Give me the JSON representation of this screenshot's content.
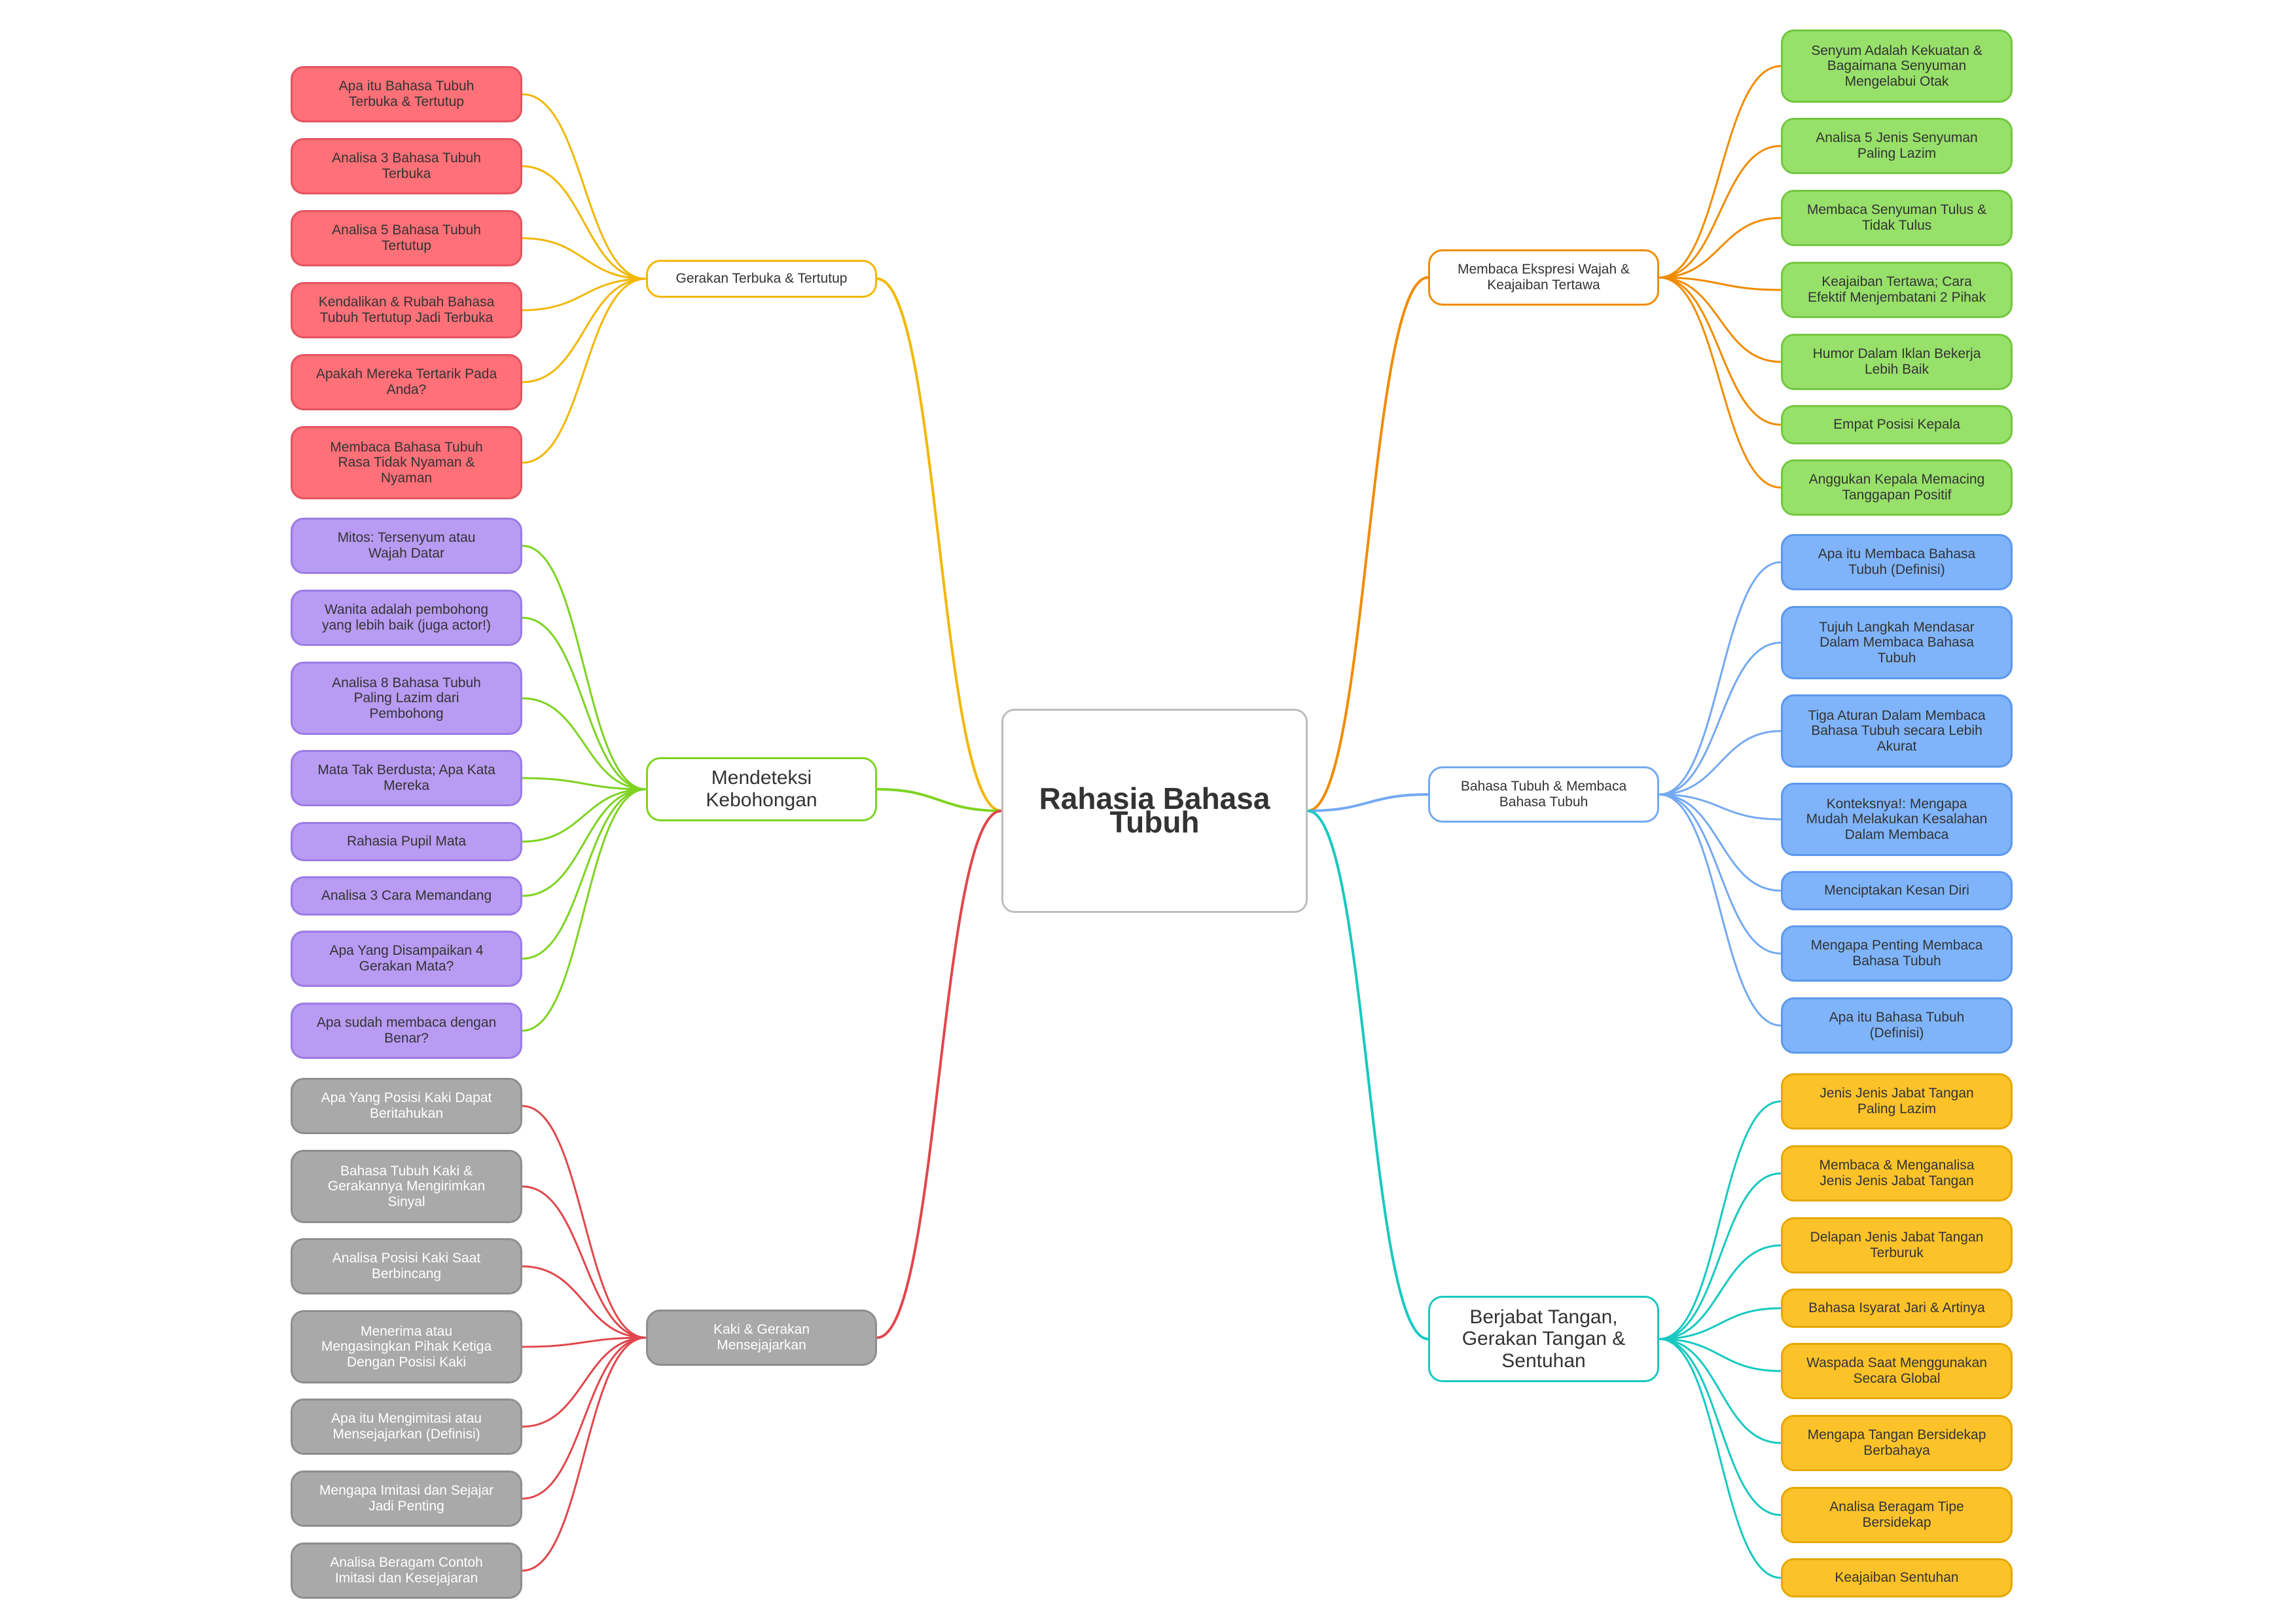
{
  "center": {
    "title": "Rahasia Bahasa\nTubuh"
  },
  "colors": {
    "link_gerakan": "#f2b705",
    "link_mendeteksi": "#7ed321",
    "link_kaki": "#e0474c",
    "link_ekspresi": "#f08c00",
    "link_membaca": "#74a9f2",
    "link_berjabat": "#17c9c0",
    "leaf_red_fill": "#ff7078",
    "leaf_red_border": "#e35560",
    "leaf_purple_fill": "#b89bf2",
    "leaf_purple_border": "#9b7ce6",
    "leaf_grey_fill": "#a9a9a9",
    "leaf_grey_border": "#8e8e8e",
    "leaf_green_fill": "#97e06a",
    "leaf_green_border": "#72c83e",
    "leaf_blue_fill": "#7fb4fa",
    "leaf_blue_border": "#5d98ec",
    "leaf_yellow_fill": "#fcc22a",
    "leaf_yellow_border": "#e6a800"
  },
  "branches": [
    {
      "label": "Gerakan Terbuka & Tertutup",
      "leaves": [
        "Apa itu Bahasa Tubuh\nTerbuka & Tertutup",
        "Analisa 3 Bahasa Tubuh\nTerbuka",
        "Analisa 5 Bahasa Tubuh\nTertutup",
        "Kendalikan & Rubah Bahasa\nTubuh Tertutup Jadi Terbuka",
        "Apakah Mereka Tertarik Pada\nAnda?",
        "Membaca Bahasa Tubuh\nRasa Tidak Nyaman &\nNyaman"
      ]
    },
    {
      "label": "Mendeteksi\nKebohongan",
      "leaves": [
        "Mitos: Tersenyum atau\nWajah Datar",
        "Wanita adalah pembohong\nyang lebih baik (juga actor!)",
        "Analisa 8 Bahasa Tubuh\nPaling Lazim dari\nPembohong",
        "Mata Tak Berdusta; Apa Kata\nMereka",
        "Rahasia Pupil Mata",
        "Analisa 3 Cara Memandang",
        "Apa Yang Disampaikan 4\nGerakan Mata?",
        "Apa sudah membaca dengan\nBenar?"
      ]
    },
    {
      "label": "Kaki & Gerakan\nMensejajarkan",
      "leaves": [
        "Apa Yang Posisi Kaki Dapat\nBeritahukan",
        "Bahasa Tubuh Kaki &\nGerakannya Mengirimkan\nSinyal",
        "Analisa Posisi Kaki Saat\nBerbincang",
        "Menerima atau\nMengasingkan Pihak Ketiga\nDengan Posisi Kaki",
        "Apa itu Mengimitasi atau\nMensejajarkan (Definisi)",
        "Mengapa Imitasi dan Sejajar\nJadi Penting",
        "Analisa Beragam Contoh\nImitasi dan Kesejajaran"
      ]
    },
    {
      "label": "Membaca Ekspresi Wajah &\nKeajaiban Tertawa",
      "leaves": [
        "Senyum Adalah Kekuatan &\nBagaimana Senyuman\nMengelabui Otak",
        "Analisa 5 Jenis Senyuman\nPaling Lazim",
        "Membaca Senyuman Tulus &\nTidak Tulus",
        "Keajaiban Tertawa; Cara\nEfektif Menjembatani 2 Pihak",
        "Humor Dalam Iklan Bekerja\nLebih Baik",
        "Empat Posisi Kepala",
        "Anggukan Kepala Memacing\nTanggapan Positif"
      ]
    },
    {
      "label": "Bahasa Tubuh & Membaca\nBahasa Tubuh",
      "leaves": [
        "Apa itu Membaca Bahasa\nTubuh (Definisi)",
        "Tujuh Langkah Mendasar\nDalam Membaca Bahasa\nTubuh",
        "Tiga Aturan Dalam Membaca\nBahasa Tubuh secara Lebih\nAkurat",
        "Konteksnya!: Mengapa\nMudah Melakukan Kesalahan\nDalam Membaca",
        "Menciptakan Kesan Diri",
        "Mengapa Penting Membaca\nBahasa Tubuh",
        "Apa itu Bahasa Tubuh\n(Definisi)"
      ]
    },
    {
      "label": "Berjabat Tangan,\nGerakan Tangan &\nSentuhan",
      "leaves": [
        "Jenis Jenis Jabat Tangan\nPaling Lazim",
        "Membaca & Menganalisa\nJenis Jenis Jabat Tangan",
        "Delapan Jenis Jabat Tangan\nTerburuk",
        "Bahasa Isyarat Jari & Artinya",
        "Waspada Saat Menggunakan\nSecara Global",
        "Mengapa Tangan Bersidekap\nBerbahaya",
        "Analisa Beragam Tipe\nBersidekap",
        "Keajaiban Sentuhan"
      ]
    }
  ]
}
